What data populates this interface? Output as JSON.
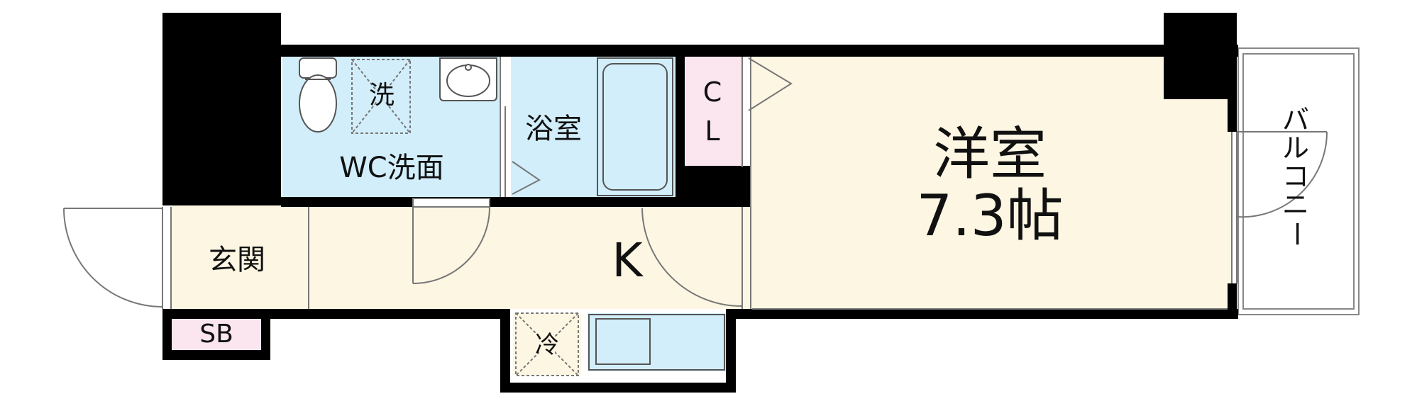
{
  "floorplan": {
    "rooms": {
      "western_room": {
        "name": "洋室",
        "size": "7.3帖"
      },
      "kitchen": "K",
      "entrance": "玄関",
      "bathroom": "浴室",
      "wc_washroom": "WC洗面",
      "shoe_box": "SB",
      "closet": {
        "line1": "C",
        "line2": "L"
      },
      "balcony": [
        "バ",
        "ル",
        "コ",
        "ニ",
        "ー"
      ]
    },
    "fixtures": {
      "washing_machine": "洗",
      "refrigerator": "冷"
    }
  },
  "colors": {
    "wet_area": "#d2eefb",
    "dry_area": "#fdf6e3",
    "closet_and_sb": "#fbe6ef",
    "wall": "#000000",
    "line": "#777777"
  }
}
